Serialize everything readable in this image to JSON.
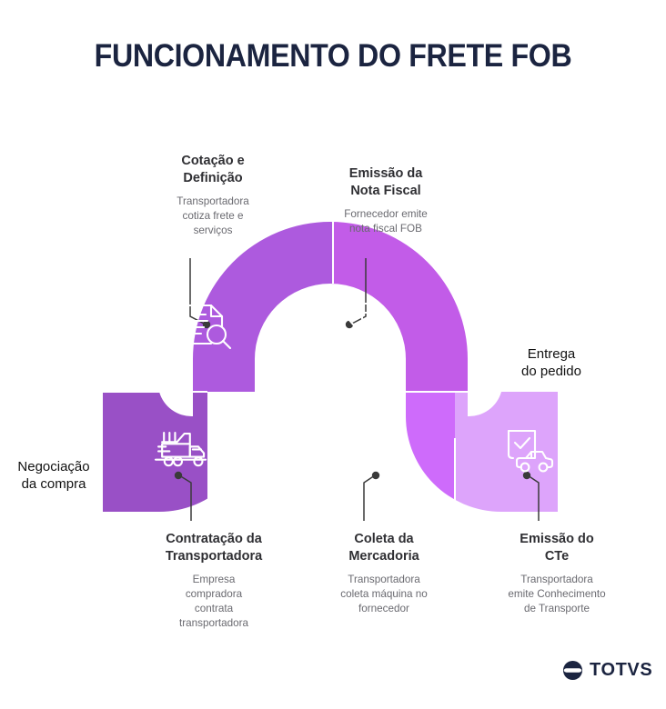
{
  "title": "FUNCIONAMENTO DO FRETE FOB",
  "brand": {
    "name": "TOTVS",
    "mark_color": "#1b2440"
  },
  "theme": {
    "title_color": "#1b2440",
    "callout_title_color": "#2f2f33",
    "callout_body_color": "#6a6a70",
    "plain_label_color": "#121212",
    "leader_line_color": "#3a3a3a",
    "background": "#ffffff"
  },
  "diagram": {
    "type": "process-snake",
    "segment_count": 5,
    "steps": [
      {
        "id": "step-1",
        "order": 1,
        "title": "Contratação da\nTransportadora",
        "body": "Empresa\ncompradora\ncontrata\ntransportadora",
        "icon": "truck-icon",
        "color": "#9950c6",
        "label_position": "bottom",
        "label_style": "bold"
      },
      {
        "id": "step-2",
        "order": 2,
        "title": "Cotação e\nDefinição",
        "body": "Transportadora\ncotiza frete e\nserviços",
        "icon": "document-search-icon",
        "color": "#ad5ade",
        "label_position": "top",
        "label_style": "bold"
      },
      {
        "id": "step-3",
        "order": 3,
        "title": "Emissão da\nNota Fiscal",
        "body": "Fornecedor emite\nnota fiscal FOB",
        "icon": "invoice-icon",
        "color": "#c25ce8",
        "label_position": "top",
        "label_style": "bold"
      },
      {
        "id": "step-4",
        "order": 4,
        "title": "Coleta da\nMercadoria",
        "body": "Transportadora\ncoleta máquina no\nfornecedor",
        "icon": "crane-container-icon",
        "color": "#ce6bfb",
        "label_position": "bottom",
        "label_style": "bold"
      },
      {
        "id": "step-5",
        "order": 5,
        "title": "Emissão do\nCTe",
        "body": "Transportadora\nemite Conhecimento\nde Transporte",
        "icon": "delivery-check-icon",
        "color": "#dda4fb",
        "label_position": "bottom",
        "label_style": "bold"
      }
    ],
    "endpoints": [
      {
        "id": "endpoint-start",
        "title": "Negociação\nda compra",
        "position": "left",
        "label_style": "regular"
      },
      {
        "id": "endpoint-end",
        "title": "Entrega\ndo pedido",
        "position": "right",
        "label_style": "regular"
      }
    ]
  }
}
